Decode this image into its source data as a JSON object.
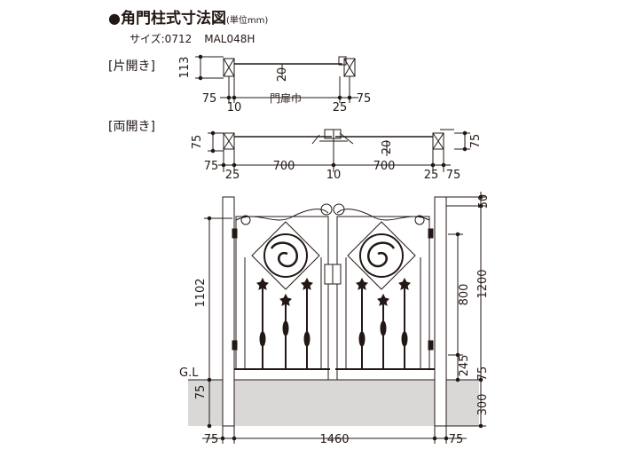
{
  "header": {
    "bullet": "●",
    "title": "角門柱式寸法図",
    "unit": "(単位mm)",
    "size_label": "サイズ:0712",
    "model": "MAL048H"
  },
  "single": {
    "label": "[片開き]",
    "height_dim": "113",
    "gap_dim": "20",
    "left_post": "75",
    "left_clear": "10",
    "width_label": "門扉巾",
    "right_clear": "25",
    "right_post": "75"
  },
  "double": {
    "label": "[両開き]",
    "height_dim_left": "75",
    "height_dim_right": "75",
    "gap_dim": "20",
    "left_post": "75",
    "left_clear": "25",
    "leaf_left": "700",
    "center_gap": "10",
    "leaf_right": "700",
    "right_clear": "25",
    "right_post": "75"
  },
  "elevation": {
    "top_offset": "50",
    "gate_height": "1102",
    "panel_height": "800",
    "post_height": "1200",
    "bottom_gap": "245",
    "ground_label": "G.L",
    "left_embed": "75",
    "right_embed": "75",
    "foundation": "300",
    "left_post": "75",
    "total_width": "1460",
    "right_post": "75"
  },
  "colors": {
    "line": "#231815",
    "ground": "#d9d8d6",
    "post_fill": "#ffffff"
  }
}
